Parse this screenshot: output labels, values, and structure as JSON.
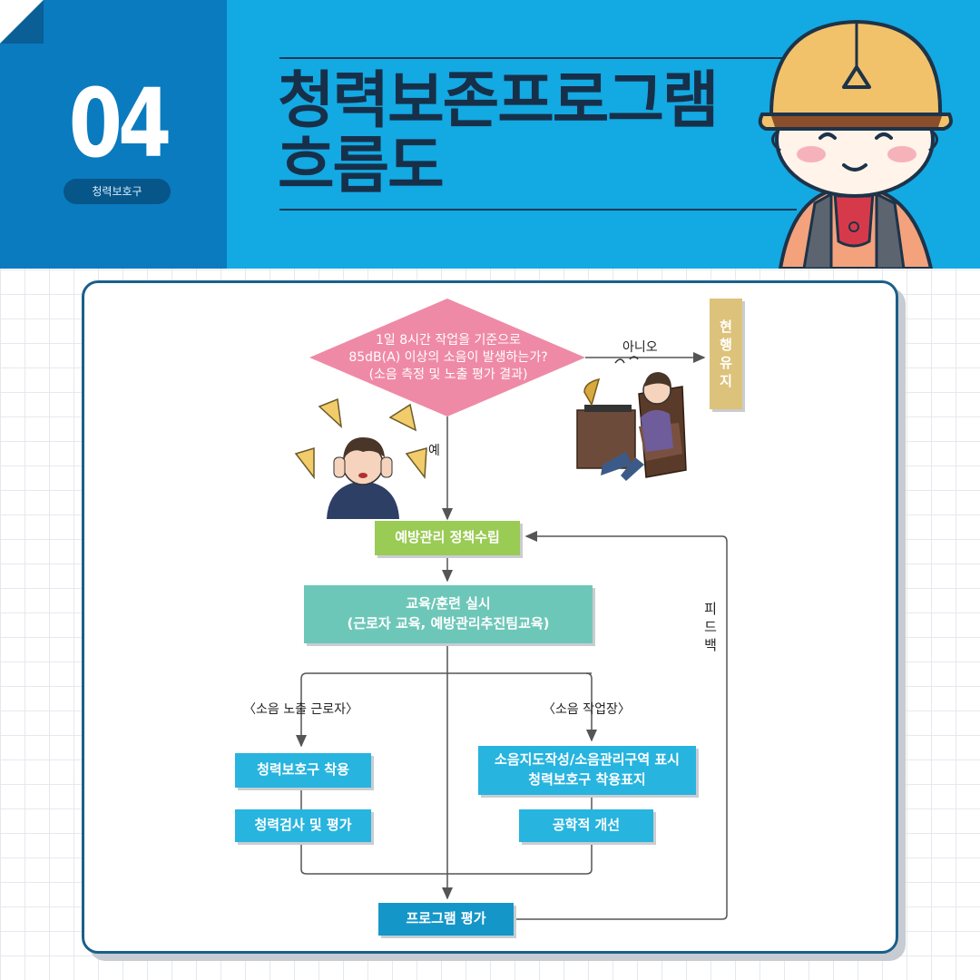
{
  "header": {
    "number": "04",
    "badge": "청력보호구",
    "title_line1": "청력보존프로그램",
    "title_line2": "흐름도",
    "colors": {
      "header_bg": "#13a9e3",
      "number_panel": "#0a7bbf",
      "badge_bg": "#075689"
    }
  },
  "flowchart": {
    "decision": {
      "line1": "1일 8시간 작업을 기준으로",
      "line2": "85dB(A) 이상의 소음이 발생하는가?",
      "line3": "(소음 측정 및 노출 평가 결과)",
      "color": "#ef8aa6"
    },
    "no_label": "아니오",
    "yes_label": "예",
    "keep_current": "현행유지",
    "policy": {
      "label": "예방관리 정책수립",
      "color": "#9acb55"
    },
    "education": {
      "line1": "교육/훈련 실시",
      "line2": "(근로자 교육, 예방관리추진팀교육)",
      "color": "#6dc7b9"
    },
    "feedback_label": "피드백",
    "left_branch_label": "〈소음 노출 근로자〉",
    "right_branch_label": "〈소음 작업장〉",
    "wear_protector": "청력보호구 착용",
    "hearing_test": "청력검사 및 평가",
    "noise_map": {
      "line1": "소음지도작성/소음관리구역 표시",
      "line2": "청력보호구 착용표지"
    },
    "engineering": "공학적 개선",
    "program_eval": {
      "label": "프로그램 평가",
      "color": "#1596c8"
    },
    "box_color": "#27b4df"
  }
}
